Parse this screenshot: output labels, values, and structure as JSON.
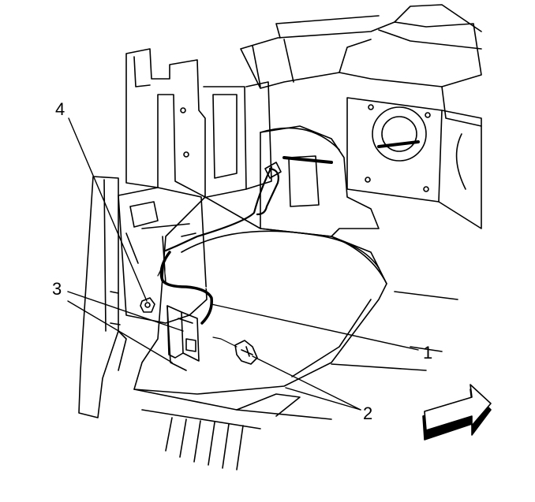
{
  "callouts": {
    "c1": "1",
    "c2": "2",
    "c3": "3",
    "c4": "4"
  },
  "colors": {
    "line": "#000000",
    "background": "#ffffff",
    "arrow_shadow": "#000000"
  },
  "icons": {
    "direction": "forward-arrow-icon"
  }
}
